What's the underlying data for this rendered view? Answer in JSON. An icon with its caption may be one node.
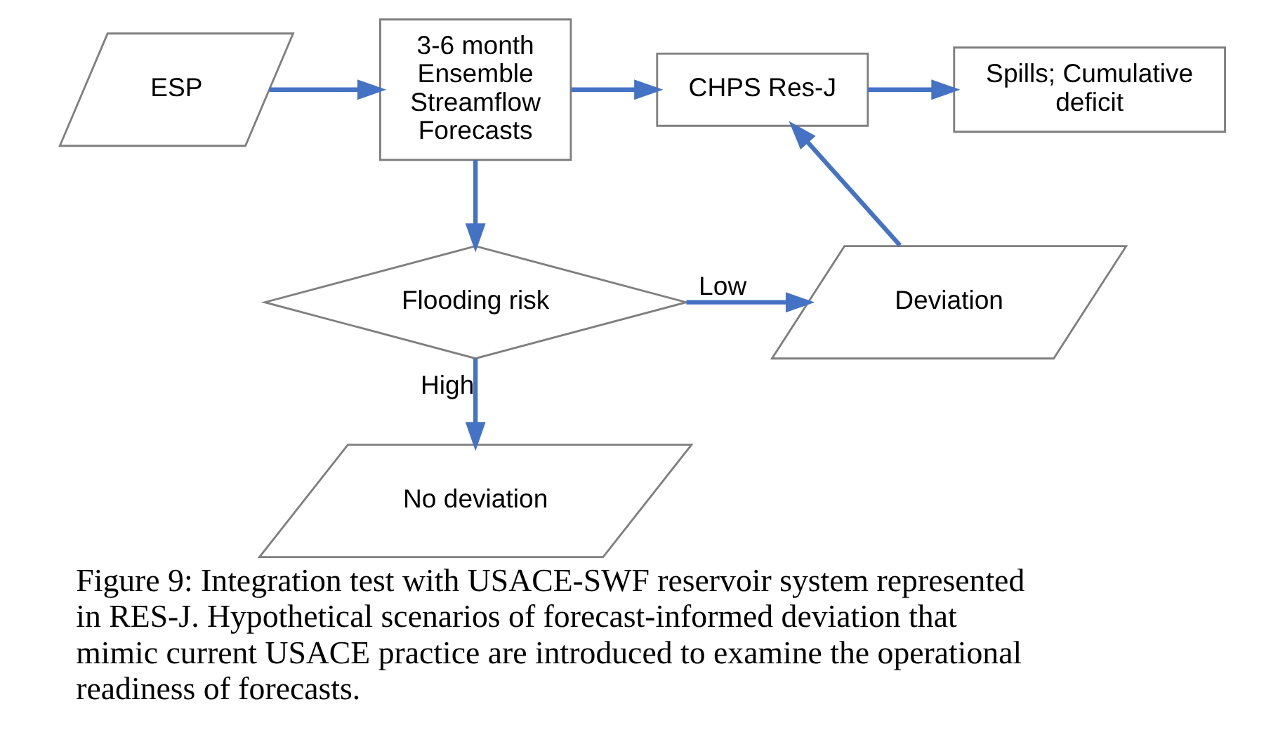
{
  "diagram": {
    "caption": "Figure 9: Integration test with USACE-SWF reservoir system represented in RES-J. Hypothetical scenarios of forecast-informed deviation that mimic current USACE practice are introduced to examine the operational readiness of forecasts.",
    "nodes": [
      {
        "text": [
          "ESP"
        ]
      },
      {
        "text": [
          "3-6 month Ensemble Streamflow Forecasts"
        ]
      },
      {
        "text": [
          "CHPS Res-J"
        ]
      },
      {
        "text": [
          "Spills; Cumulative deficit"
        ]
      },
      {
        "text": [
          "Flooding risk"
        ]
      },
      {
        "text": [
          "Deviation"
        ]
      },
      {
        "text": [
          "No deviation"
        ]
      }
    ],
    "edges": [
      {
        "from": 0,
        "to": 1,
        "arrow": "to",
        "color": "#4472c4"
      },
      {
        "from": 1,
        "to": 2,
        "arrow": "to",
        "color": "#4472c4"
      },
      {
        "from": 2,
        "to": 3,
        "arrow": "to",
        "color": "#4472c4"
      },
      {
        "from": 1,
        "to": 4,
        "arrow": "to",
        "color": "#4472c4"
      },
      {
        "from": 4,
        "to": 5,
        "arrow": "to",
        "label": "Low",
        "color": "#4472c4"
      },
      {
        "from": 5,
        "to": 2,
        "arrow": "to",
        "color": "#4472c4"
      },
      {
        "from": 4,
        "to": 6,
        "arrow": "to",
        "label": "High",
        "color": "#4472c4"
      }
    ]
  }
}
